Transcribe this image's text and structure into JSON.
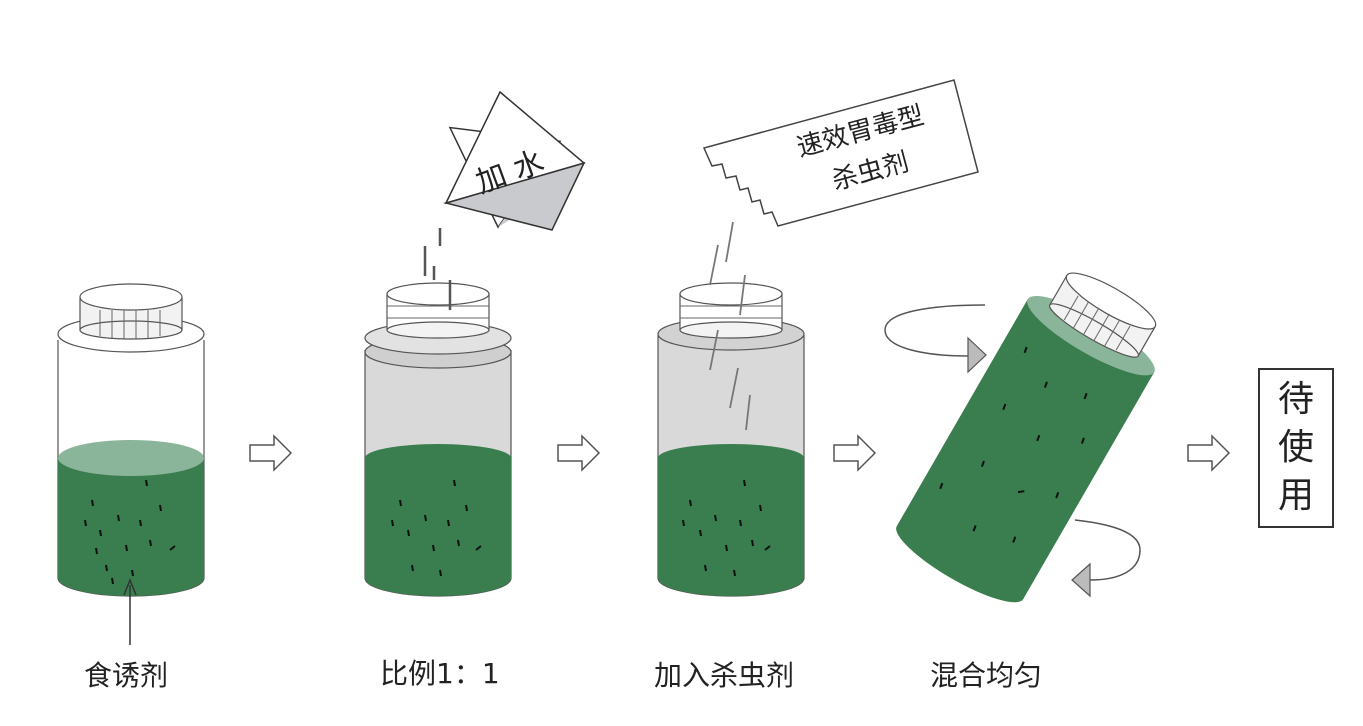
{
  "steps": [
    {
      "label": "食诱剂"
    },
    {
      "label": "比例1：1"
    },
    {
      "label": "加入杀虫剂"
    },
    {
      "label": "混合均匀"
    }
  ],
  "water_bag": {
    "text": "加 水"
  },
  "packet": {
    "line1": "速效胃毒型",
    "line2": "杀虫剂"
  },
  "final": {
    "chars": [
      "待",
      "使",
      "用"
    ]
  },
  "colors": {
    "bait_green": "#3a7d4e",
    "bait_top": "#8bb59a",
    "water": "#d9d9d9",
    "outline": "#444444"
  }
}
